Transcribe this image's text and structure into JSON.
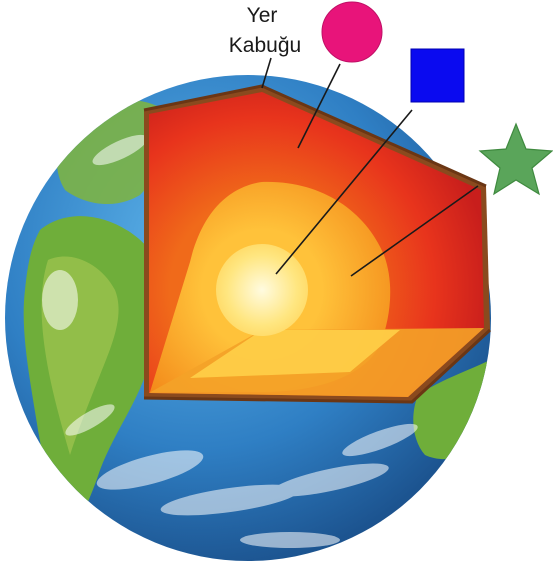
{
  "labels": {
    "crust_line1": "Yer",
    "crust_line2": "Kabuğu"
  },
  "markers": [
    {
      "name": "circle-marker",
      "shape": "circle",
      "color": "#e8147a",
      "points_to": "mantle"
    },
    {
      "name": "square-marker",
      "shape": "square",
      "color": "#0a0af0",
      "points_to": "inner-core"
    },
    {
      "name": "star-marker",
      "shape": "star",
      "color": "#5aa55a",
      "points_to": "outer-core"
    }
  ],
  "colors": {
    "ocean": "#2f7fc4",
    "land": "#6fae3a",
    "crust": "#8a4a1e",
    "mantle": "#e02a1c",
    "outer_core": "#f59a1c",
    "inner_core": "#ffe070"
  }
}
